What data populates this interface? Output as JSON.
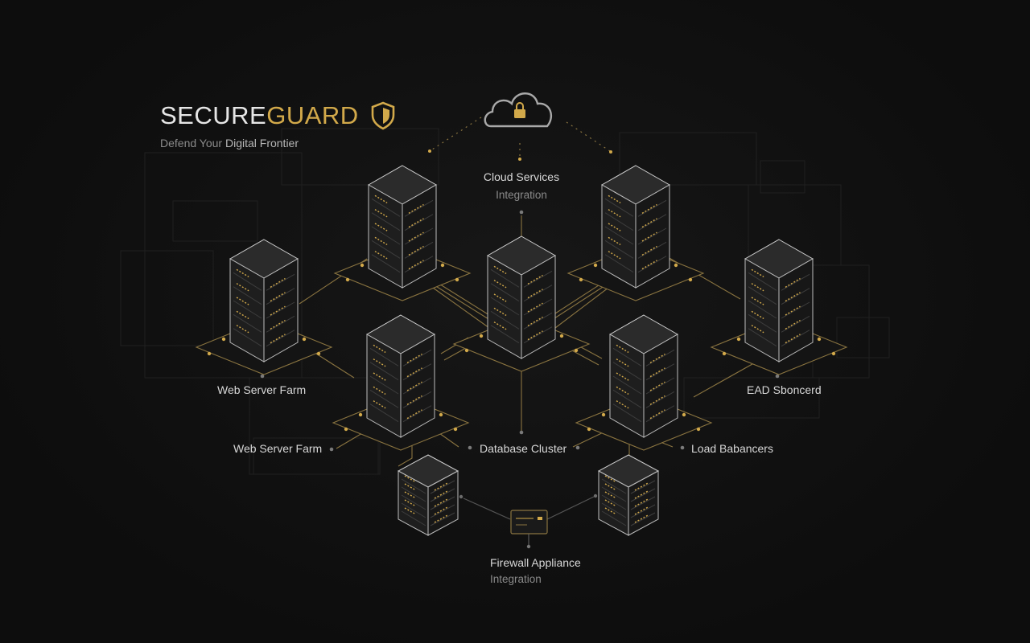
{
  "brand": {
    "name_part1": "SECURE",
    "name_part2": "GUARD",
    "tagline_part1": "Defend Your ",
    "tagline_part2": "Digital Frontier",
    "accent_color": "#d2a94a",
    "icon": "shield-icon"
  },
  "cloud": {
    "title": "Cloud Services",
    "subtitle": "Integration",
    "icon": "cloud-lock-icon"
  },
  "labels": {
    "web_server_farm_upper": "Web Server Farm",
    "web_server_farm_lower": "Web Server Farm",
    "database_cluster": "Database Cluster",
    "load_balancers": "Load Babancers",
    "ead_sboncerd": "EAD Sboncerd",
    "firewall_title": "Firewall Appliance",
    "firewall_subtitle": "Integration"
  },
  "firewall": {
    "icon": "firewall-device-icon"
  },
  "palette": {
    "background": "#0f0f0f",
    "line": "#8a7440",
    "gold": "#d2a94a",
    "server_face": "#232323"
  }
}
